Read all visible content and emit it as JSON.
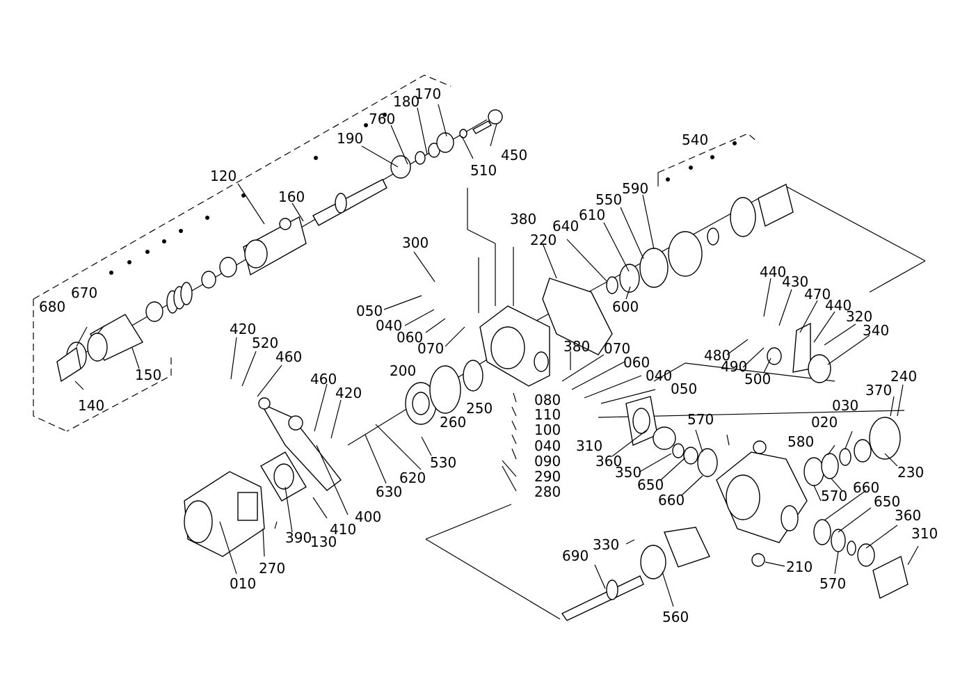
{
  "labels": [
    {
      "key": "p120",
      "text": "120"
    },
    {
      "key": "p160a",
      "text": "160"
    },
    {
      "key": "p190",
      "text": "190"
    },
    {
      "key": "p760",
      "text": "760"
    },
    {
      "key": "p180",
      "text": "180"
    },
    {
      "key": "p170",
      "text": "170"
    },
    {
      "key": "p450",
      "text": "450"
    },
    {
      "key": "p510",
      "text": "510"
    },
    {
      "key": "p540",
      "text": "540"
    },
    {
      "key": "p590",
      "text": "590"
    },
    {
      "key": "p550",
      "text": "550"
    },
    {
      "key": "p610",
      "text": "610"
    },
    {
      "key": "p640",
      "text": "640"
    },
    {
      "key": "p220",
      "text": "220"
    },
    {
      "key": "p600",
      "text": "600"
    },
    {
      "key": "p380a",
      "text": "380"
    },
    {
      "key": "p300",
      "text": "300"
    },
    {
      "key": "p670",
      "text": "670"
    },
    {
      "key": "p680",
      "text": "680"
    },
    {
      "key": "p150",
      "text": "150"
    },
    {
      "key": "p140",
      "text": "140"
    },
    {
      "key": "p050a",
      "text": "050"
    },
    {
      "key": "p040a",
      "text": "040"
    },
    {
      "key": "p060a",
      "text": "060"
    },
    {
      "key": "p070a",
      "text": "070"
    },
    {
      "key": "p380b",
      "text": "380"
    },
    {
      "key": "p070b",
      "text": "070"
    },
    {
      "key": "p060b",
      "text": "060"
    },
    {
      "key": "p040b",
      "text": "040"
    },
    {
      "key": "p050b",
      "text": "050"
    },
    {
      "key": "p420a",
      "text": "420"
    },
    {
      "key": "p520",
      "text": "520"
    },
    {
      "key": "p460a",
      "text": "460"
    },
    {
      "key": "p460b",
      "text": "460"
    },
    {
      "key": "p420b",
      "text": "420"
    },
    {
      "key": "p200",
      "text": "200"
    },
    {
      "key": "p260",
      "text": "260"
    },
    {
      "key": "p250",
      "text": "250"
    },
    {
      "key": "p080",
      "text": "080"
    },
    {
      "key": "p110",
      "text": "110"
    },
    {
      "key": "p100",
      "text": "100"
    },
    {
      "key": "p040c",
      "text": "040"
    },
    {
      "key": "p090",
      "text": "090"
    },
    {
      "key": "p290",
      "text": "290"
    },
    {
      "key": "p280",
      "text": "280"
    },
    {
      "key": "p530",
      "text": "530"
    },
    {
      "key": "p620",
      "text": "620"
    },
    {
      "key": "p630",
      "text": "630"
    },
    {
      "key": "p400",
      "text": "400"
    },
    {
      "key": "p410",
      "text": "410"
    },
    {
      "key": "p130",
      "text": "130"
    },
    {
      "key": "p390",
      "text": "390"
    },
    {
      "key": "p270",
      "text": "270"
    },
    {
      "key": "p010",
      "text": "010"
    },
    {
      "key": "p440a",
      "text": "440"
    },
    {
      "key": "p430",
      "text": "430"
    },
    {
      "key": "p470",
      "text": "470"
    },
    {
      "key": "p440b",
      "text": "440"
    },
    {
      "key": "p320",
      "text": "320"
    },
    {
      "key": "p340",
      "text": "340"
    },
    {
      "key": "p480",
      "text": "480"
    },
    {
      "key": "p490",
      "text": "490"
    },
    {
      "key": "p500",
      "text": "500"
    },
    {
      "key": "p310a",
      "text": "310"
    },
    {
      "key": "p360a",
      "text": "360"
    },
    {
      "key": "p350",
      "text": "350"
    },
    {
      "key": "p650a",
      "text": "650"
    },
    {
      "key": "p660a",
      "text": "660"
    },
    {
      "key": "p570a",
      "text": "570"
    },
    {
      "key": "p580",
      "text": "580"
    },
    {
      "key": "p570b",
      "text": "570"
    },
    {
      "key": "p020",
      "text": "020"
    },
    {
      "key": "p030",
      "text": "030"
    },
    {
      "key": "p370",
      "text": "370"
    },
    {
      "key": "p240",
      "text": "240"
    },
    {
      "key": "p230",
      "text": "230"
    },
    {
      "key": "p660b",
      "text": "660"
    },
    {
      "key": "p650b",
      "text": "650"
    },
    {
      "key": "p360b",
      "text": "360"
    },
    {
      "key": "p310b",
      "text": "310"
    },
    {
      "key": "p570c",
      "text": "570"
    },
    {
      "key": "p330",
      "text": "330"
    },
    {
      "key": "p210",
      "text": "210"
    },
    {
      "key": "p690",
      "text": "690"
    },
    {
      "key": "p560",
      "text": "560"
    }
  ]
}
